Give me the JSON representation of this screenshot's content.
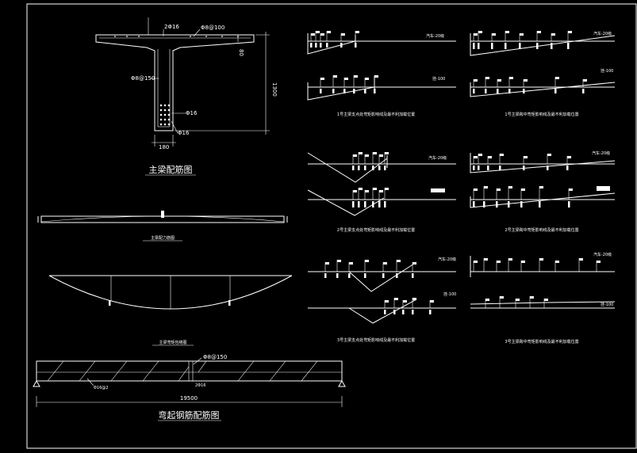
{
  "colors": {
    "background": "#000000",
    "line": "#ffffff"
  },
  "beam_section": {
    "caption": "主梁配筋图",
    "rebar_top_small": "2Φ16",
    "rebar_top": "Φ8@100",
    "rebar_web": "Φ8@150",
    "rebar_bottom_1": "Φ16",
    "rebar_bottom_2": "Φ16",
    "dim_height": "1300",
    "dim_flange": "80",
    "dim_width": "180"
  },
  "left_views": {
    "flat_caption": "主梁配力筋图",
    "curve_caption": "主梁弯矩包络图",
    "bent_caption": "弯起钢筋配筋图",
    "bent_rebar_label": "Φ8@150",
    "bent_label_left": "Φ16@2",
    "bent_label_mid": "2Φ16",
    "span_label": "19500"
  },
  "influence_panels": [
    {
      "caption": "1号主梁支点处弯矩影响线及最不利加载位置",
      "label_top": "汽车-20级",
      "label_bottom": "挂-100"
    },
    {
      "caption": "1号主梁跨中弯矩影响线及最不利加载位置",
      "label_top": "汽车-20级",
      "label_bottom": "挂-100"
    },
    {
      "caption": "2号主梁支点处弯矩影响线及最不利加载位置",
      "label_top": "汽车-20级",
      "label_bottom": ""
    },
    {
      "caption": "2号主梁跨中弯矩影响线及最不利加载位置",
      "label_top": "汽车-20级",
      "label_bottom": ""
    },
    {
      "caption": "3号主梁支点处弯矩影响线及最不利加载位置",
      "label_top": "汽车-20级",
      "label_bottom": "挂-100"
    },
    {
      "caption": "3号主梁跨中弯矩影响线及最不利加载位置",
      "label_top": "汽车-20级",
      "label_bottom": "挂-100"
    }
  ]
}
